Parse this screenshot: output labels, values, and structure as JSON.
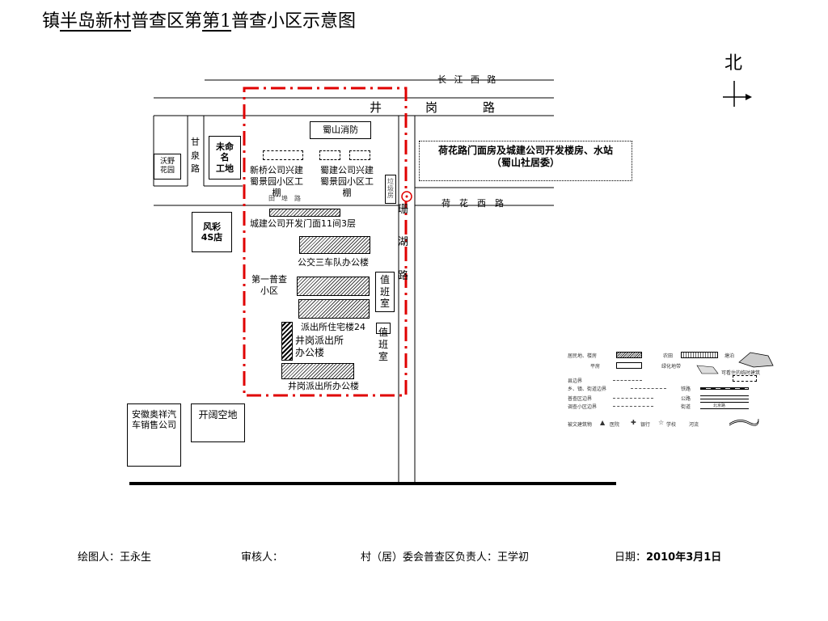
{
  "title": {
    "prefix": "镇",
    "town": "半岛新村",
    "middle": "普查区第",
    "area_no": "第1",
    "suffix": "普查小区示意图"
  },
  "compass": {
    "north": "北"
  },
  "roads": {
    "changjiang": "长 江 西 路",
    "jinggang_1": "井",
    "jinggang_2": "岗",
    "jinggang_3": "路",
    "hehua": "荷　花　西　路",
    "ganquan": "甘\n泉\n路",
    "shanhu_1": "珊",
    "shanhu_2": "湖",
    "shanhu_3": "路",
    "small_road": "田　埠　路"
  },
  "labels": {
    "shushan_fire": "蜀山消防",
    "weiming": "未命\n名\n工地",
    "woye": "沃野\n花园",
    "xinqiao": "新桥公司兴建\n蜀景园小区工\n棚",
    "shujian": "蜀建公司兴建\n蜀景园小区工\n棚",
    "lajifang": "垃\n圾\n房",
    "hehua_buildings": "荷花路门面房及城建公司开发楼房、水站\n（蜀山社居委）",
    "fengcai": "风彩\n4S店",
    "chengjian": "城建公司开发门面11间3层",
    "gongjiao": "公交三车队办公楼",
    "census_area": "第一普查\n小区",
    "duty_room_1": "值\n班\n室",
    "duty_room_2": "值\n班\n室",
    "police_housing": "派出所住宅楼24",
    "police_old": "井岗派出所\n办公楼",
    "police_office": "井岗派出所办公楼",
    "anhui_auto": "安徽奥祥汽\n车销售公司",
    "open_land": "开阔空地"
  },
  "legend": {
    "residential": "居民地、楼房",
    "farmland": "农田",
    "pond": "塘泊",
    "flat": "平房",
    "green": "绿化地带",
    "temp": "可看住的临时建筑",
    "county_boundary": "县边界",
    "town_boundary": "乡、镇、街道边界",
    "railway": "铁路",
    "census_boundary": "普查区边界",
    "highway": "公路",
    "sub_boundary": "调查小区边界",
    "street": "街道",
    "street_sample": "北京路",
    "landmarks": "被文建筑物",
    "hospital": "医院",
    "bank": "银行",
    "school": "学校",
    "river": "河流"
  },
  "footer": {
    "drawer": "绘图人：王永生",
    "reviewer": "审核人：",
    "committee": "村（居）委会普查区负责人：王学初",
    "date_label": "日期：",
    "date_value": "2010年3月1日"
  },
  "colors": {
    "boundary": "#e00000",
    "line": "#000000"
  }
}
